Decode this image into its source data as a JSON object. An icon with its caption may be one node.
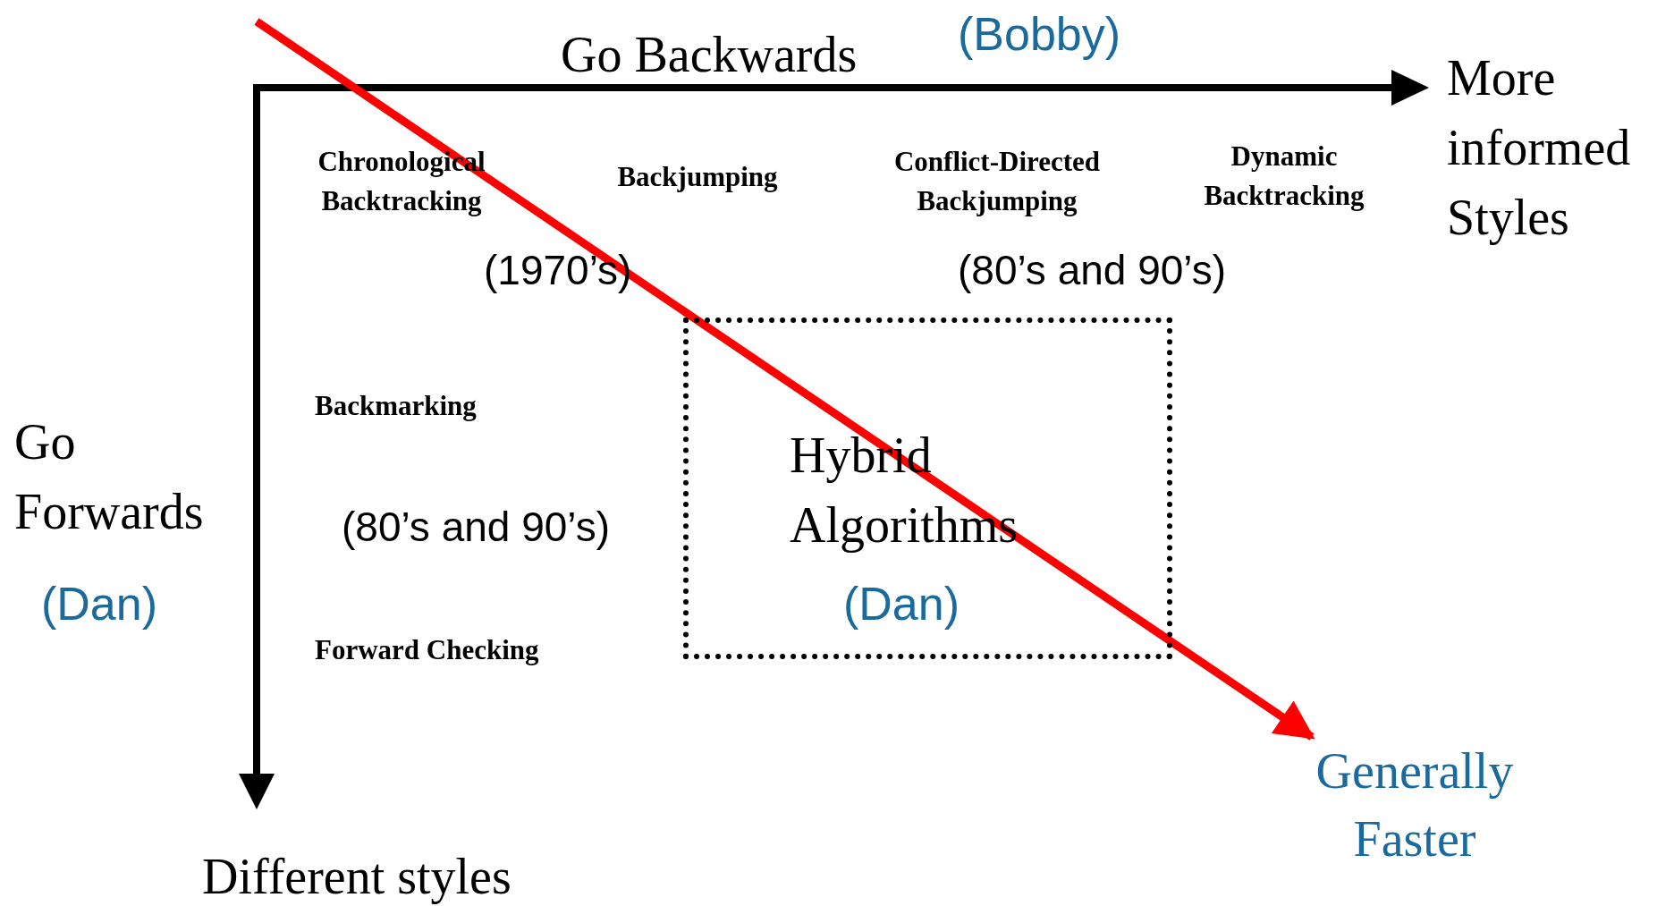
{
  "diagram": {
    "nodes": [
      {
        "text": [
          "Hybrid Algorithms",
          "(Dan)"
        ]
      },
      {
        "text": [
          "Generally Faster"
        ]
      }
    ],
    "edges": [
      {
        "from": null,
        "to": 1,
        "arrow": "to",
        "color": "#ff0000"
      }
    ],
    "labels": [
      "Go Backwards",
      "(Bobby)",
      "More informed Styles",
      "Chronological Backtracking",
      "Backjumping",
      "Conflict-Directed Backjumping",
      "Dynamic Backtracking",
      "(1970’s)",
      "(80’s and 90’s)",
      "Go Forwards",
      "Backmarking",
      "(80’s and 90’s)",
      "(Dan)",
      "Forward Checking",
      "Different styles"
    ]
  }
}
